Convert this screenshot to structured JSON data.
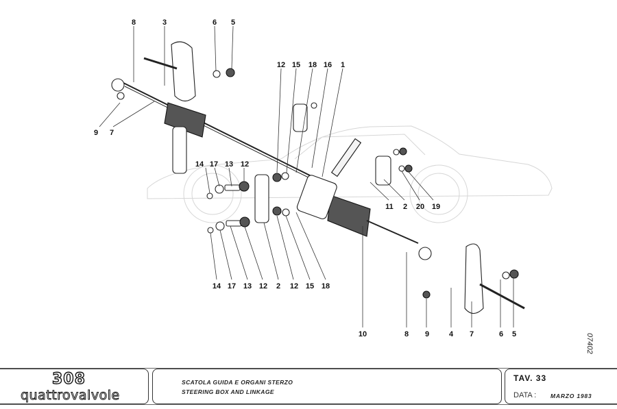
{
  "diagram": {
    "title_it": "SCATOLA GUIDA E ORGANI STERZO",
    "title_en": "STEERING BOX AND LINKAGE",
    "drawing_code": "07402",
    "callouts": [
      {
        "id": "c-8-top",
        "text": "8"
      },
      {
        "id": "c-3-top",
        "text": "3"
      },
      {
        "id": "c-6-top",
        "text": "6"
      },
      {
        "id": "c-5-top",
        "text": "5"
      },
      {
        "id": "c-12-top",
        "text": "12"
      },
      {
        "id": "c-15-top",
        "text": "15"
      },
      {
        "id": "c-18-top",
        "text": "18"
      },
      {
        "id": "c-16-top",
        "text": "16"
      },
      {
        "id": "c-1-top",
        "text": "1"
      },
      {
        "id": "c-9-left",
        "text": "9"
      },
      {
        "id": "c-7-left",
        "text": "7"
      },
      {
        "id": "c-14-mid",
        "text": "14"
      },
      {
        "id": "c-17-mid",
        "text": "17"
      },
      {
        "id": "c-13-mid",
        "text": "13"
      },
      {
        "id": "c-12-mid",
        "text": "12"
      },
      {
        "id": "c-11-right",
        "text": "11"
      },
      {
        "id": "c-2-right",
        "text": "2"
      },
      {
        "id": "c-20-right",
        "text": "20"
      },
      {
        "id": "c-19-right",
        "text": "19"
      },
      {
        "id": "c-14-low",
        "text": "14"
      },
      {
        "id": "c-17-low",
        "text": "17"
      },
      {
        "id": "c-13-low",
        "text": "13"
      },
      {
        "id": "c-12-low",
        "text": "12"
      },
      {
        "id": "c-2-low",
        "text": "2"
      },
      {
        "id": "c-12-low2",
        "text": "12"
      },
      {
        "id": "c-15-low",
        "text": "15"
      },
      {
        "id": "c-18-low",
        "text": "18"
      },
      {
        "id": "c-10-bot",
        "text": "10"
      },
      {
        "id": "c-8-bot",
        "text": "8"
      },
      {
        "id": "c-9-bot",
        "text": "9"
      },
      {
        "id": "c-4-bot",
        "text": "4"
      },
      {
        "id": "c-7-bot",
        "text": "7"
      },
      {
        "id": "c-6-bot",
        "text": "6"
      },
      {
        "id": "c-5-bot",
        "text": "5"
      }
    ]
  },
  "titleblock": {
    "model_number": "308",
    "model_name": "quattrovalvole",
    "title_it": "SCATOLA GUIDA E ORGANI STERZO",
    "title_en": "STEERING BOX AND LINKAGE",
    "tav_label": "TAV.  33",
    "data_label": "DATA :",
    "data_value": "MARZO 1983"
  }
}
